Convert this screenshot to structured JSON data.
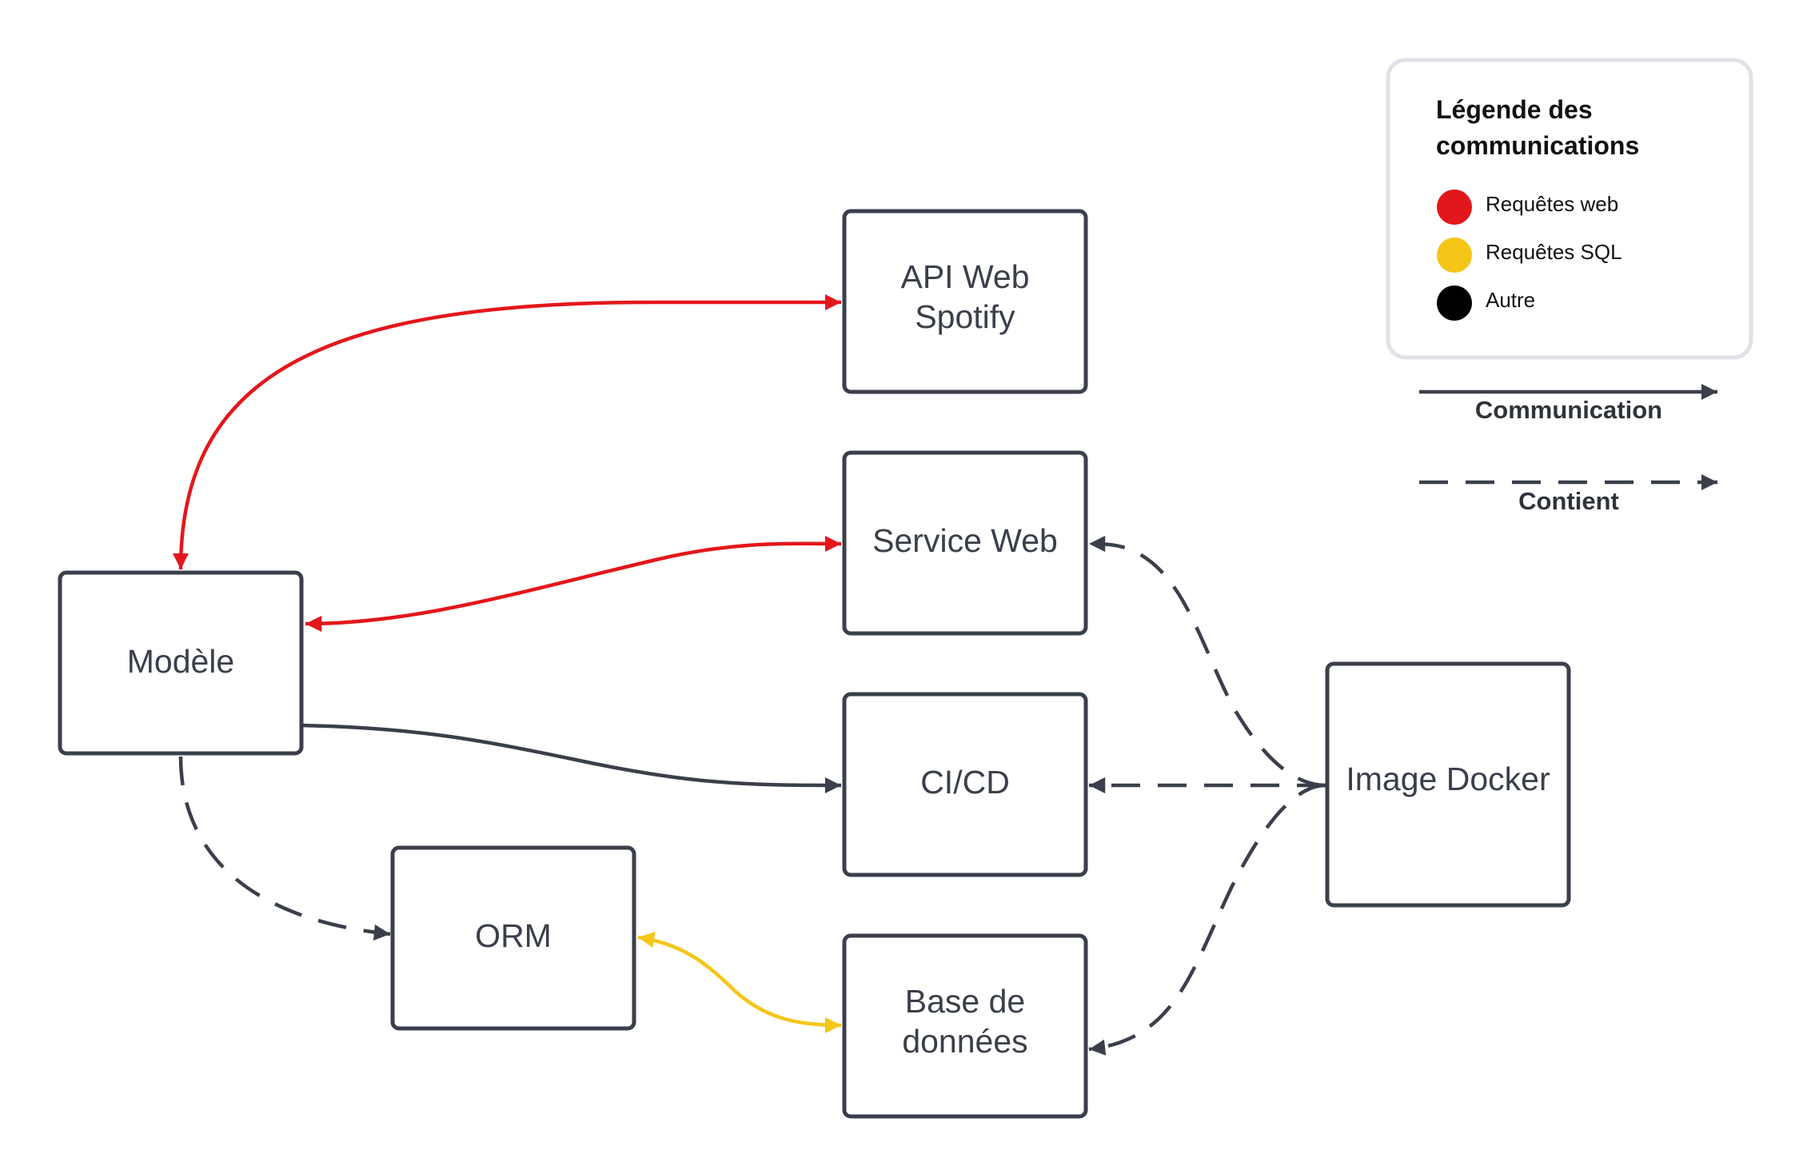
{
  "colors": {
    "web": "#e3171b",
    "sql": "#f5c518",
    "other": "#3a3f4b",
    "legend_other_dot": "#000000"
  },
  "nodes": {
    "api": {
      "line1": "API Web",
      "line2": "Spotify"
    },
    "service": {
      "label": "Service Web"
    },
    "modele": {
      "label": "Modèle"
    },
    "cicd": {
      "label": "CI/CD"
    },
    "orm": {
      "label": "ORM"
    },
    "bdd": {
      "line1": "Base de",
      "line2": "données"
    },
    "docker": {
      "label": "Image Docker"
    }
  },
  "edges": [
    {
      "from": "modele",
      "to": "api",
      "kind": "communication",
      "category": "web",
      "direction": "both"
    },
    {
      "from": "modele",
      "to": "service",
      "kind": "communication",
      "category": "web",
      "direction": "both"
    },
    {
      "from": "modele",
      "to": "cicd",
      "kind": "communication",
      "category": "other",
      "direction": "forward"
    },
    {
      "from": "modele",
      "to": "orm",
      "kind": "contains",
      "category": "other",
      "direction": "forward"
    },
    {
      "from": "orm",
      "to": "bdd",
      "kind": "communication",
      "category": "sql",
      "direction": "both"
    },
    {
      "from": "docker",
      "to": "service",
      "kind": "contains",
      "category": "other",
      "direction": "forward"
    },
    {
      "from": "docker",
      "to": "cicd",
      "kind": "contains",
      "category": "other",
      "direction": "forward"
    },
    {
      "from": "docker",
      "to": "bdd",
      "kind": "contains",
      "category": "other",
      "direction": "forward"
    }
  ],
  "legend": {
    "title_line1": "Légende des",
    "title_line2": "communications",
    "items": [
      {
        "label": "Requêtes web",
        "color": "#e3171b"
      },
      {
        "label": "Requêtes SQL",
        "color": "#f5c518"
      },
      {
        "label": "Autre",
        "color": "#000000"
      }
    ],
    "communication_label": "Communication",
    "contains_label": "Contient"
  }
}
